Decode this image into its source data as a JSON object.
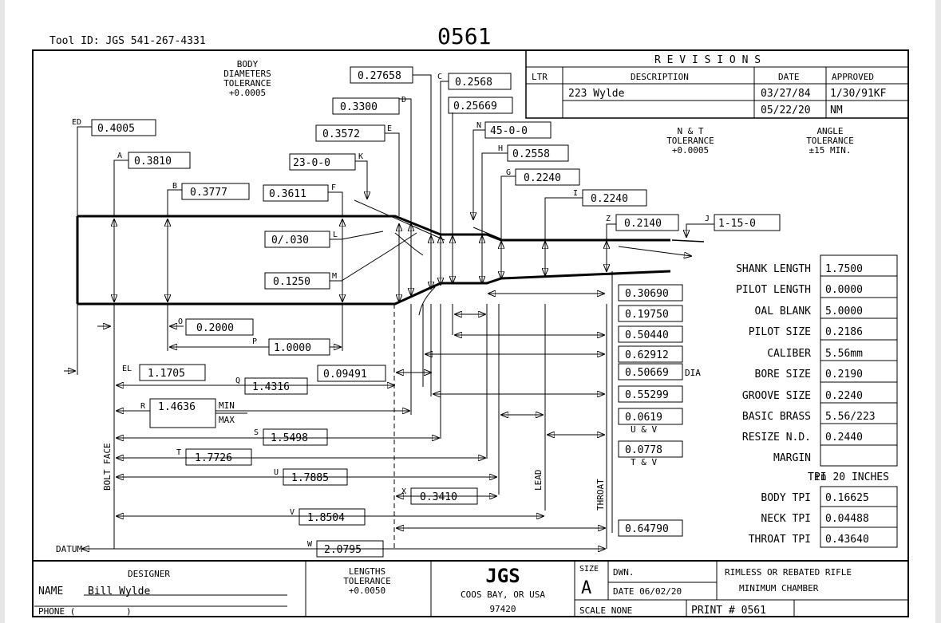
{
  "header": {
    "tool_id": "Tool ID: JGS 541-267-4331",
    "print_number_large": "0561"
  },
  "revisions": {
    "title": "R E V I S I O N S",
    "columns": [
      "LTR",
      "DESCRIPTION",
      "DATE",
      "APPROVED"
    ],
    "rows": [
      {
        "ltr": "",
        "description": "223 Wylde",
        "date": "03/27/84",
        "approved": "1/30/91KF"
      },
      {
        "ltr": "",
        "description": "",
        "date": "05/22/20",
        "approved": "NM"
      }
    ]
  },
  "tolerances": {
    "body_title": [
      "BODY",
      "DIAMETERS",
      "TOLERANCE",
      "+0.0005"
    ],
    "nt_title": [
      "N & T",
      "TOLERANCE",
      "+0.0005"
    ],
    "angle_title": [
      "ANGLE",
      "TOLERANCE",
      "±15 MIN."
    ],
    "lengths_title": [
      "LENGTHS",
      "TOLERANCE",
      "+0.0050"
    ]
  },
  "dimensions": {
    "ED": "0.4005",
    "A": "0.3810",
    "B": "0.3777",
    "F": "0.3611",
    "E": "0.3572",
    "D": "0.3300",
    "K": "23-0-0",
    "C1": "0.27658",
    "C2": "0.2568",
    "C3": "0.25669",
    "N": "45-0-0",
    "H": "0.2558",
    "G": "0.2240",
    "I": "0.2240",
    "Z": "0.2140",
    "J": "1-15-0",
    "L": "0/.030",
    "M": "0.1250",
    "O": "0.2000",
    "P": "1.0000",
    "EL": "1.1705",
    "Q": "1.4316",
    "Q2": "0.09491",
    "R": "1.4636",
    "S": "1.5498",
    "T": "1.7726",
    "U": "1.7885",
    "X": "0.3410",
    "V": "1.8504",
    "W": "2.0795",
    "R1": "0.30690",
    "R2": "0.19750",
    "R3": "0.50440",
    "R4": "0.62912",
    "R5": "0.50669",
    "R6": "0.55299",
    "UV": "0.0619",
    "TV": "0.0778",
    "R9": "0.64790"
  },
  "dim_letters": [
    "ED",
    "A",
    "B",
    "F",
    "E",
    "D",
    "K",
    "C",
    "N",
    "H",
    "G",
    "I",
    "Z",
    "J",
    "L",
    "M",
    "O",
    "P",
    "EL",
    "Q",
    "R",
    "S",
    "T",
    "U",
    "X",
    "V",
    "W"
  ],
  "labels": {
    "min": "MIN",
    "max": "MAX",
    "dia": "DIA",
    "uv": "U & V",
    "tv": "T & V",
    "bolt_face": "BOLT FACE",
    "lead": "LEAD",
    "throat": "THROAT",
    "datum": "DATUM"
  },
  "specs": [
    {
      "label": "SHANK LENGTH",
      "value": "1.7500"
    },
    {
      "label": "PILOT LENGTH",
      "value": "0.0000"
    },
    {
      "label": "OAL BLANK",
      "value": "5.0000"
    },
    {
      "label": "PILOT SIZE",
      "value": "0.2186"
    },
    {
      "label": "CALIBER",
      "value": "5.56mm"
    },
    {
      "label": "BORE SIZE",
      "value": "0.2190"
    },
    {
      "label": "GROOVE SIZE",
      "value": "0.2240"
    },
    {
      "label": "BASIC BRASS",
      "value": "5.56/223"
    },
    {
      "label": "RESIZE N.D.",
      "value": "0.2440"
    },
    {
      "label": "MARGIN",
      "value": ""
    }
  ],
  "tpi": {
    "title": "TPI",
    "note": "in 20 INCHES",
    "rows": [
      {
        "label": "BODY TPI",
        "value": "0.16625"
      },
      {
        "label": "NECK TPI",
        "value": "0.04488"
      },
      {
        "label": "THROAT TPI",
        "value": "0.43640"
      }
    ]
  },
  "title_block": {
    "designer": "DESIGNER",
    "name_label": "NAME",
    "name_value": "Bill Wylde",
    "phone_label": "PHONE (",
    "phone_close": ")",
    "logo": "JGS",
    "city": "COOS BAY, OR USA",
    "zip": "97420",
    "size_label": "SIZE",
    "size_value": "A",
    "dwn": "DWN.",
    "date": "DATE 06/02/20",
    "scale": "SCALE  NONE",
    "print": "PRINT # 0561",
    "description1": "RIMLESS OR REBATED RIFLE",
    "description2": "MINIMUM CHAMBER"
  }
}
